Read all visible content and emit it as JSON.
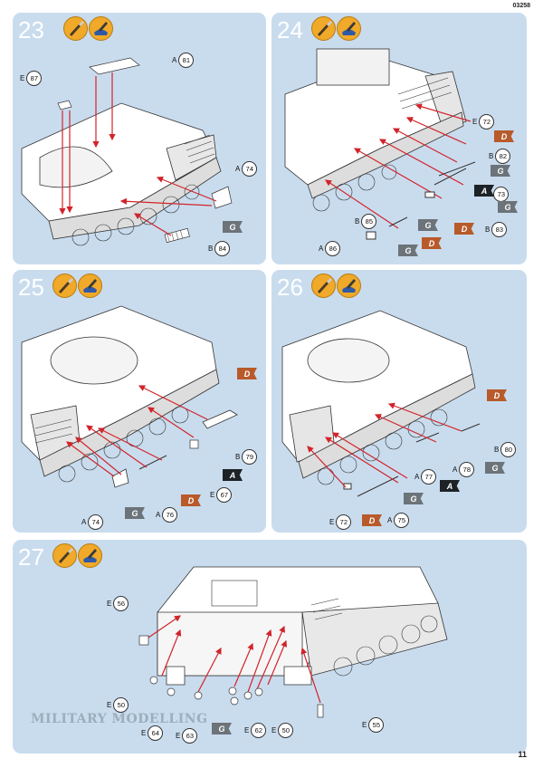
{
  "doc_number": "03258",
  "page_number": "11",
  "watermark": "MILITARY MODELLING",
  "flags": {
    "G": "G",
    "D": "D",
    "A": "A"
  },
  "colors": {
    "panel": "#c9dcee",
    "tool": "#f0a928",
    "flag_gray": "#6c7379",
    "flag_orange": "#b85a2a",
    "flag_black": "#1d2226",
    "arrow": "#d2232a"
  },
  "steps": [
    {
      "num": "23",
      "callouts": [
        {
          "letter": "A",
          "num": "81"
        },
        {
          "letter": "E",
          "num": "87"
        },
        {
          "letter": "A",
          "num": "74"
        },
        {
          "letter": "B",
          "num": "84"
        }
      ]
    },
    {
      "num": "24",
      "callouts": [
        {
          "letter": "E",
          "num": "72"
        },
        {
          "letter": "B",
          "num": "82"
        },
        {
          "letter": "A",
          "num": "73"
        },
        {
          "letter": "B",
          "num": "85"
        },
        {
          "letter": "B",
          "num": "83"
        },
        {
          "letter": "A",
          "num": "86"
        }
      ]
    },
    {
      "num": "25",
      "callouts": [
        {
          "letter": "B",
          "num": "79"
        },
        {
          "letter": "E",
          "num": "67"
        },
        {
          "letter": "A",
          "num": "74"
        },
        {
          "letter": "A",
          "num": "76"
        }
      ]
    },
    {
      "num": "26",
      "callouts": [
        {
          "letter": "B",
          "num": "80"
        },
        {
          "letter": "A",
          "num": "77"
        },
        {
          "letter": "A",
          "num": "78"
        },
        {
          "letter": "E",
          "num": "72"
        },
        {
          "letter": "A",
          "num": "75"
        }
      ]
    },
    {
      "num": "27",
      "callouts": [
        {
          "letter": "E",
          "num": "56"
        },
        {
          "letter": "E",
          "num": "50"
        },
        {
          "letter": "E",
          "num": "64"
        },
        {
          "letter": "E",
          "num": "63"
        },
        {
          "letter": "E",
          "num": "62"
        },
        {
          "letter": "E",
          "num": "50"
        },
        {
          "letter": "E",
          "num": "55"
        }
      ]
    }
  ]
}
